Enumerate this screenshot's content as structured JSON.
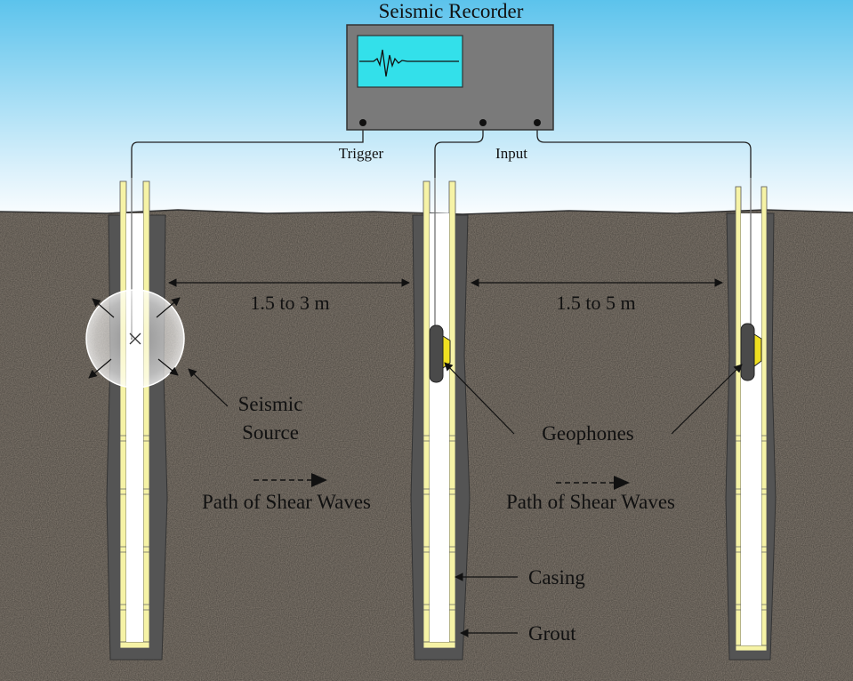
{
  "recorder": {
    "title": "Seismic Recorder",
    "trigger_label": "Trigger",
    "input_label": "Input"
  },
  "spacing": {
    "left": "1.5 to 3 m",
    "right": "1.5 to 5 m"
  },
  "labels": {
    "source_line1": "Seismic",
    "source_line2": "Source",
    "geophones": "Geophones",
    "path_left": "Path of Shear Waves",
    "path_right": "Path of Shear Waves",
    "casing": "Casing",
    "grout": "Grout"
  },
  "colors": {
    "sky_top": "#5cc3ec",
    "ground": "#8a8176",
    "grout": "#545454",
    "casing": "#f6f3a6",
    "screen": "#33e0ea",
    "recorder_body": "#7a7a7a",
    "geophone_body": "#4a4a4a",
    "geophone_accent": "#f0e020"
  }
}
